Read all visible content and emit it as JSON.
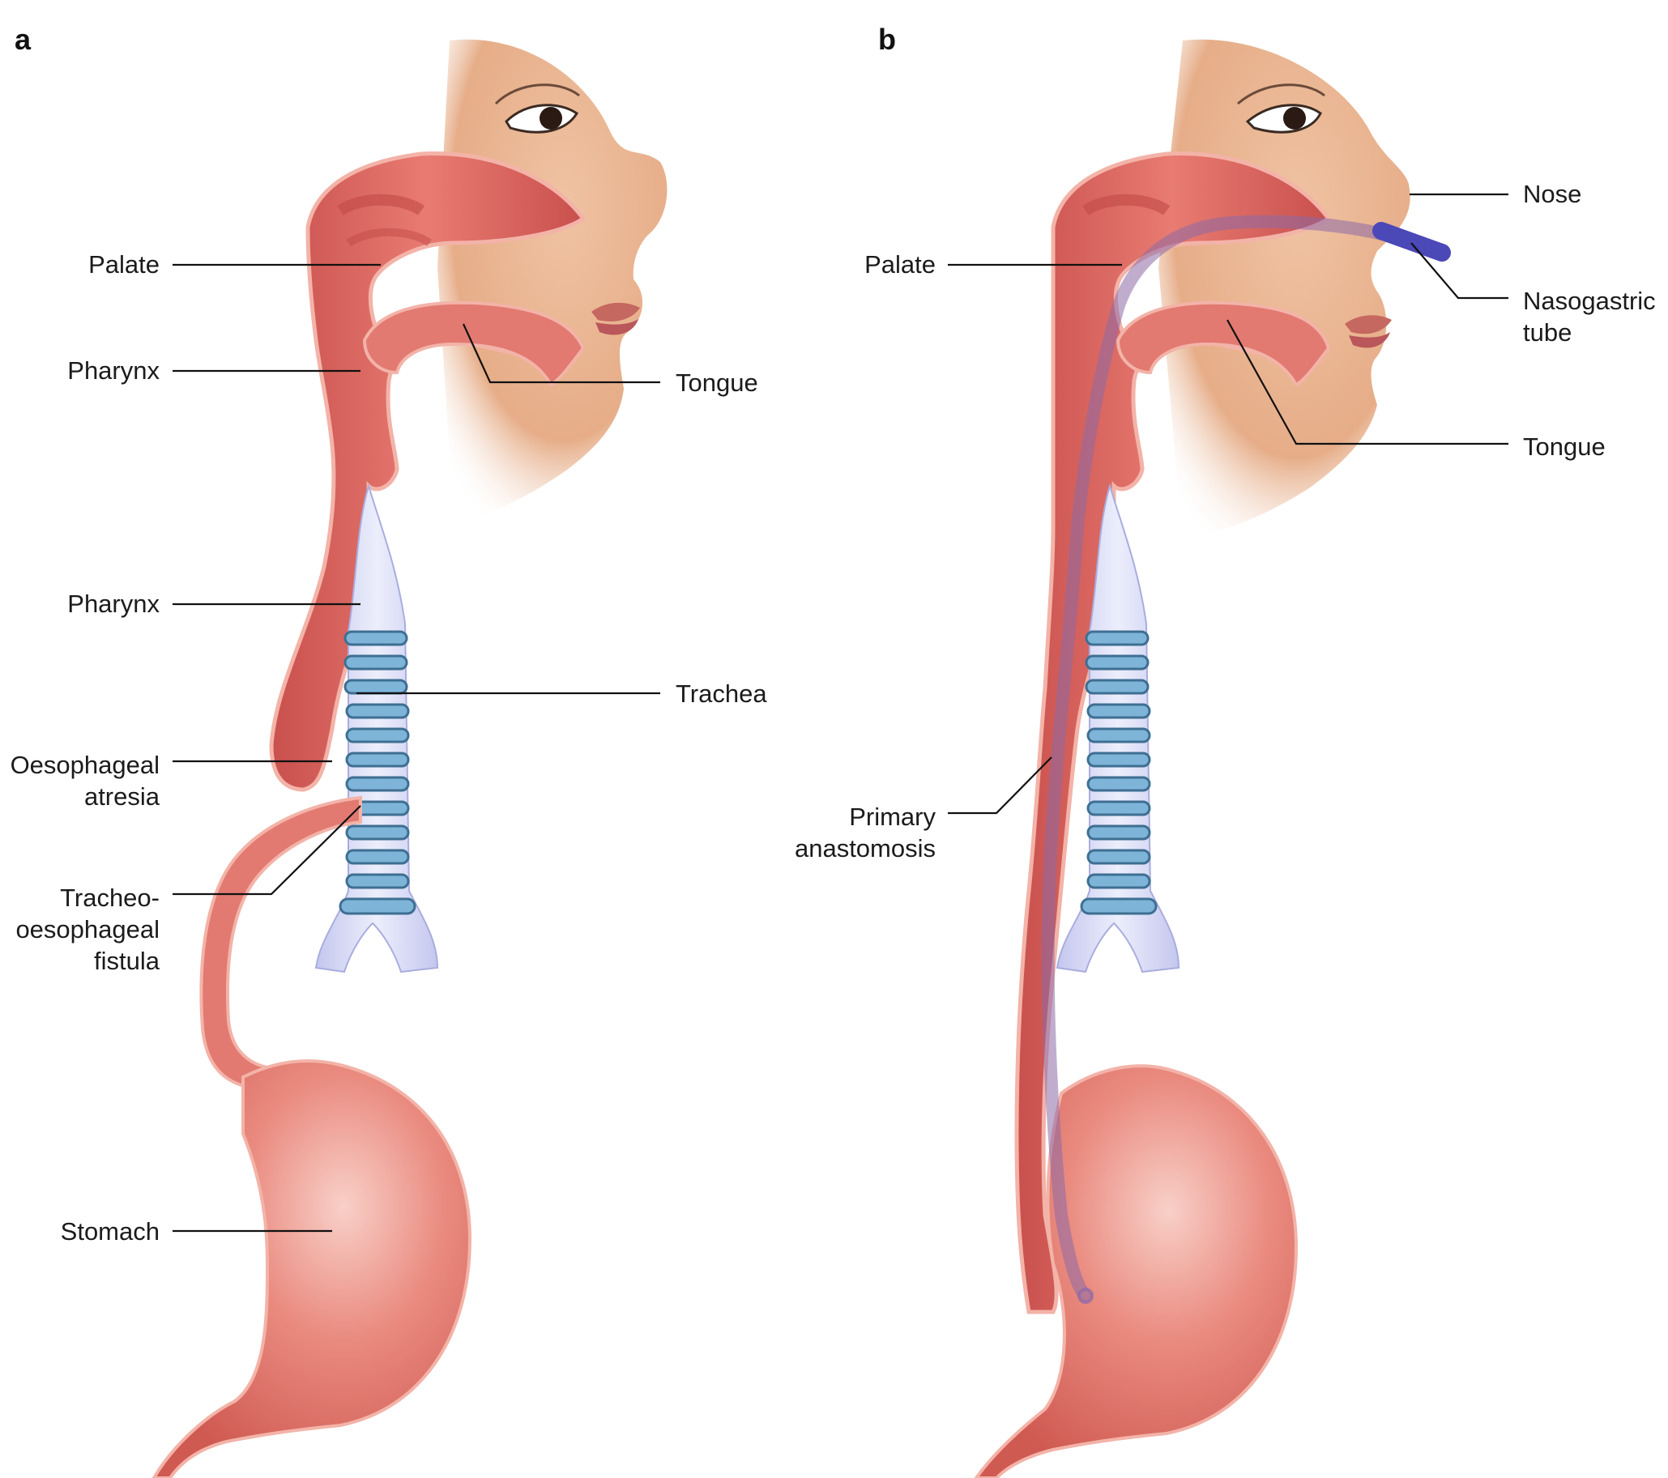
{
  "panels": [
    {
      "letter": "a",
      "labels": {
        "palate": "Palate",
        "pharynx_upper": "Pharynx",
        "tongue": "Tongue",
        "pharynx_lower": "Pharynx",
        "trachea": "Trachea",
        "oesophageal_atresia_1": "Oesophageal",
        "oesophageal_atresia_2": "atresia",
        "te_fistula_1": "Tracheo-",
        "te_fistula_2": "oesophageal",
        "te_fistula_3": "fistula",
        "stomach": "Stomach"
      }
    },
    {
      "letter": "b",
      "labels": {
        "nose": "Nose",
        "palate": "Palate",
        "nasogastric_tube_1": "Nasogastric",
        "nasogastric_tube_2": "tube",
        "tongue": "Tongue",
        "primary_anastomosis_1": "Primary",
        "primary_anastomosis_2": "anastomosis"
      }
    }
  ],
  "colors": {
    "skin": "#efc3a2",
    "skin_shadow": "#d9976f",
    "tissue": "#dd6863",
    "tissue_light": "#f3b3a8",
    "trachea": "#d8daf4",
    "cartilage": "#7db4d8",
    "tube": "#4b48b8"
  }
}
